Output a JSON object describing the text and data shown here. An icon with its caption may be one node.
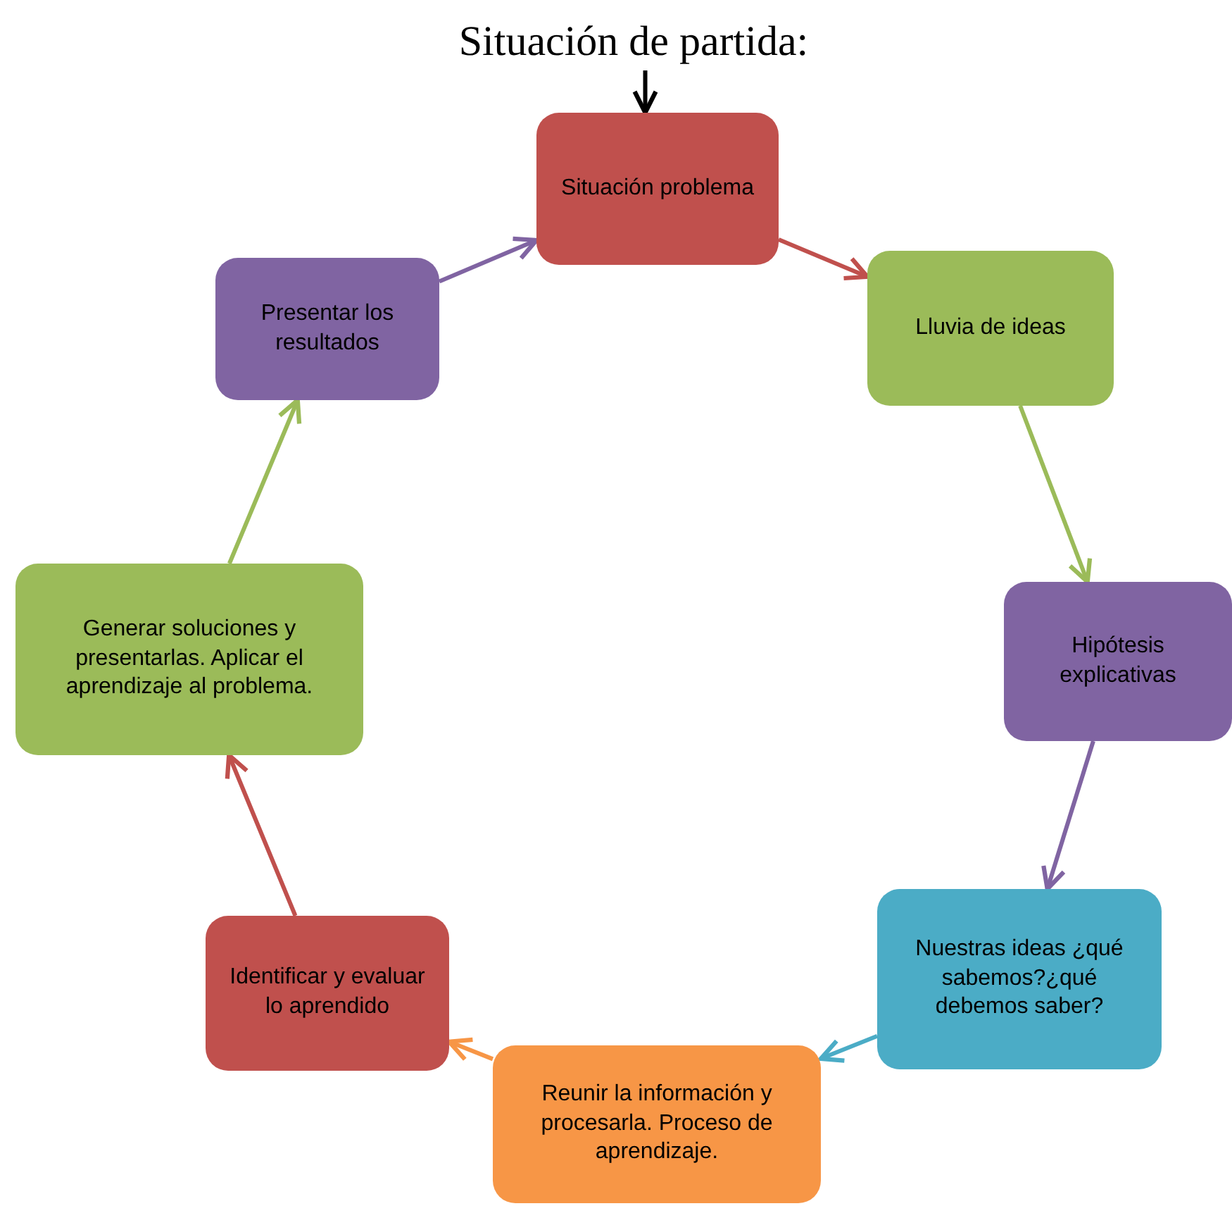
{
  "diagram": {
    "nodes": [
      {
        "text": [
          "Situación de partida:"
        ]
      },
      {
        "text": [
          "Situación problema"
        ]
      },
      {
        "text": [
          "Lluvia de ideas"
        ]
      },
      {
        "text": [
          "Hipótesis explicativas"
        ]
      },
      {
        "text": [
          "Nuestras ideas ¿qué sabemos?¿qué debemos saber?"
        ]
      },
      {
        "text": [
          "Reunir la información y procesarla. Proceso de aprendizaje."
        ]
      },
      {
        "text": [
          "Identificar y evaluar lo aprendido"
        ]
      },
      {
        "text": [
          "Generar soluciones y presentarlas. Aplicar el aprendizaje al problema."
        ]
      },
      {
        "text": [
          "Presentar los resultados"
        ]
      }
    ],
    "edges": [
      {
        "from": 0,
        "to": 1,
        "arrow": "to",
        "color": "#000000"
      },
      {
        "from": 1,
        "to": 2,
        "arrow": "to",
        "color": "#c0504d"
      },
      {
        "from": 2,
        "to": 3,
        "arrow": "to",
        "color": "#9bbb59"
      },
      {
        "from": 3,
        "to": 4,
        "arrow": "to",
        "color": "#8064a2"
      },
      {
        "from": 4,
        "to": 5,
        "arrow": "to",
        "color": "#4bacc6"
      },
      {
        "from": 5,
        "to": 6,
        "arrow": "to",
        "color": "#f79646"
      },
      {
        "from": 6,
        "to": 7,
        "arrow": "to",
        "color": "#c0504d"
      },
      {
        "from": 7,
        "to": 8,
        "arrow": "to",
        "color": "#9bbb59"
      },
      {
        "from": 8,
        "to": 1,
        "arrow": "to",
        "color": "#8064a2"
      }
    ]
  }
}
